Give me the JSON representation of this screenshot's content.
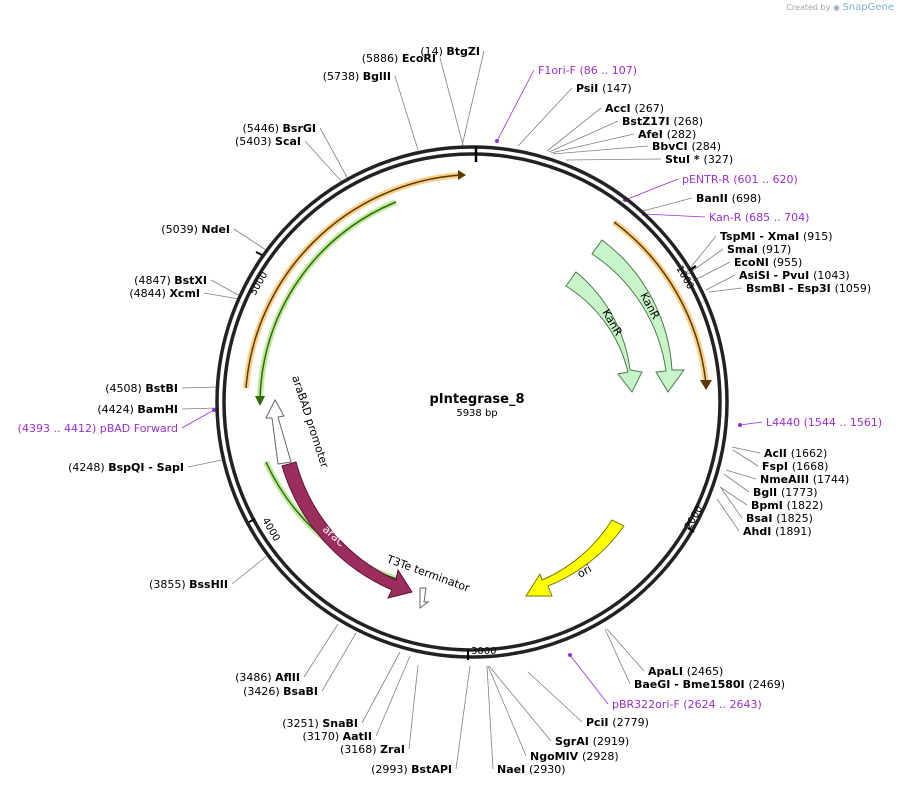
{
  "credit": {
    "prefix": "Created by",
    "brand": "SnapGene"
  },
  "plasmid": {
    "name": "pIntegrase_8",
    "size_label": "5938 bp"
  },
  "ruler": [
    "1000",
    "2000",
    "3000",
    "4000",
    "5000"
  ],
  "features": [
    {
      "label": "KanR",
      "color": "#c8f5c8",
      "stroke": "#4d7a4d"
    },
    {
      "label": "KanR",
      "color": "#c8f5c8",
      "stroke": "#4d7a4d"
    },
    {
      "label": "ori",
      "color": "#ffff00",
      "stroke": "#7a7a00"
    },
    {
      "label": "araC",
      "color": "#9b2d5f",
      "stroke": "#5e1436"
    },
    {
      "label": "araBAD promoter",
      "color": "#ffffff",
      "stroke": "#666666"
    },
    {
      "label": "T3Te terminator",
      "color": "#ffffff",
      "stroke": "#666666"
    }
  ],
  "colors": {
    "primer": "#9a2fd6",
    "orange_orf": "#f5a623",
    "green_orf": "#5aa000",
    "leader": "#808080"
  },
  "sites": [
    {
      "name": "BtgZI",
      "pos": "(14)",
      "kind": "enzyme"
    },
    {
      "name": "F1ori-F",
      "pos": "(86 .. 107)",
      "kind": "primer"
    },
    {
      "name": "PsiI",
      "pos": "(147)",
      "kind": "enzyme"
    },
    {
      "name": "AccI",
      "pos": "(267)",
      "kind": "enzyme"
    },
    {
      "name": "BstZ17I",
      "pos": "(268)",
      "kind": "enzyme"
    },
    {
      "name": "AfeI",
      "pos": "(282)",
      "kind": "enzyme"
    },
    {
      "name": "BbvCI",
      "pos": "(284)",
      "kind": "enzyme"
    },
    {
      "name": "StuI *",
      "pos": "(327)",
      "kind": "enzyme"
    },
    {
      "name": "pENTR-R",
      "pos": "(601 .. 620)",
      "kind": "primer"
    },
    {
      "name": "BanII",
      "pos": "(698)",
      "kind": "enzyme"
    },
    {
      "name": "Kan-R",
      "pos": "(685 .. 704)",
      "kind": "primer"
    },
    {
      "name": "TspMI  - XmaI",
      "pos": "(915)",
      "kind": "enzyme"
    },
    {
      "name": "SmaI",
      "pos": "(917)",
      "kind": "enzyme"
    },
    {
      "name": "EcoNI",
      "pos": "(955)",
      "kind": "enzyme"
    },
    {
      "name": "AsiSI  - PvuI",
      "pos": "(1043)",
      "kind": "enzyme"
    },
    {
      "name": "BsmBI  - Esp3I",
      "pos": "(1059)",
      "kind": "enzyme"
    },
    {
      "name": "L4440",
      "pos": "(1544 .. 1561)",
      "kind": "primer"
    },
    {
      "name": "AclI",
      "pos": "(1662)",
      "kind": "enzyme"
    },
    {
      "name": "FspI",
      "pos": "(1668)",
      "kind": "enzyme"
    },
    {
      "name": "NmeAIII",
      "pos": "(1744)",
      "kind": "enzyme"
    },
    {
      "name": "BglI",
      "pos": "(1773)",
      "kind": "enzyme"
    },
    {
      "name": "BpmI",
      "pos": "(1822)",
      "kind": "enzyme"
    },
    {
      "name": "BsaI",
      "pos": "(1825)",
      "kind": "enzyme"
    },
    {
      "name": "AhdI",
      "pos": "(1891)",
      "kind": "enzyme"
    },
    {
      "name": "ApaLI",
      "pos": "(2465)",
      "kind": "enzyme"
    },
    {
      "name": "BaeGI  - Bme1580I",
      "pos": "(2469)",
      "kind": "enzyme"
    },
    {
      "name": "pBR322ori-F",
      "pos": "(2624 .. 2643)",
      "kind": "primer"
    },
    {
      "name": "PciI",
      "pos": "(2779)",
      "kind": "enzyme"
    },
    {
      "name": "SgrAI",
      "pos": "(2919)",
      "kind": "enzyme"
    },
    {
      "name": "NgoMIV",
      "pos": "(2928)",
      "kind": "enzyme"
    },
    {
      "name": "NaeI",
      "pos": "(2930)",
      "kind": "enzyme"
    },
    {
      "name": "BstAPI",
      "pos": "(2993)",
      "kind": "enzyme"
    },
    {
      "name": "ZraI",
      "pos": "(3168)",
      "kind": "enzyme"
    },
    {
      "name": "AatII",
      "pos": "(3170)",
      "kind": "enzyme"
    },
    {
      "name": "SnaBI",
      "pos": "(3251)",
      "kind": "enzyme"
    },
    {
      "name": "BsaBI",
      "pos": "(3426)",
      "kind": "enzyme"
    },
    {
      "name": "AflII",
      "pos": "(3486)",
      "kind": "enzyme"
    },
    {
      "name": "BssHII",
      "pos": "(3855)",
      "kind": "enzyme"
    },
    {
      "name": "BspQI  - SapI",
      "pos": "(4248)",
      "kind": "enzyme"
    },
    {
      "name": "pBAD Forward",
      "pos": "(4393 .. 4412)",
      "kind": "primer"
    },
    {
      "name": "BamHI",
      "pos": "(4424)",
      "kind": "enzyme"
    },
    {
      "name": "BstBI",
      "pos": "(4508)",
      "kind": "enzyme"
    },
    {
      "name": "XcmI",
      "pos": "(4844)",
      "kind": "enzyme"
    },
    {
      "name": "BstXI",
      "pos": "(4847)",
      "kind": "enzyme"
    },
    {
      "name": "NdeI",
      "pos": "(5039)",
      "kind": "enzyme"
    },
    {
      "name": "ScaI",
      "pos": "(5403)",
      "kind": "enzyme"
    },
    {
      "name": "BsrGI",
      "pos": "(5446)",
      "kind": "enzyme"
    },
    {
      "name": "BglII",
      "pos": "(5738)",
      "kind": "enzyme"
    },
    {
      "name": "EcoRI",
      "pos": "(5886)",
      "kind": "enzyme"
    }
  ]
}
